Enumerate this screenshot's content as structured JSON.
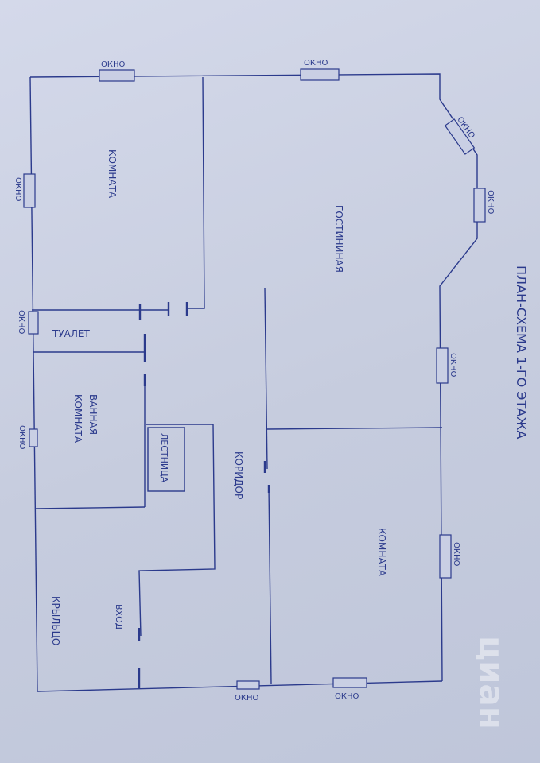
{
  "title": "ПЛАН-СХЕМА 1-ГО ЭТАЖА",
  "window_label": "ОКНО",
  "rooms": {
    "room_left": "КОМНАТА",
    "living_room": "ГОСТИНИНАЯ",
    "toilet": "ТУАЛЕТ",
    "bathroom_line1": "ВАННАЯ",
    "bathroom_line2": "КОМНАТА",
    "stairs": "ЛЕСТНИЦА",
    "corridor": "КОРИДОР",
    "room_right": "КОМНАТА",
    "entrance": "ВХОД",
    "porch": "КРЫЛЬЦО"
  },
  "watermark": "циан",
  "colors": {
    "ink": "#2b3a8c",
    "paper": "#c9cfe0",
    "watermark": "#ffffff"
  }
}
